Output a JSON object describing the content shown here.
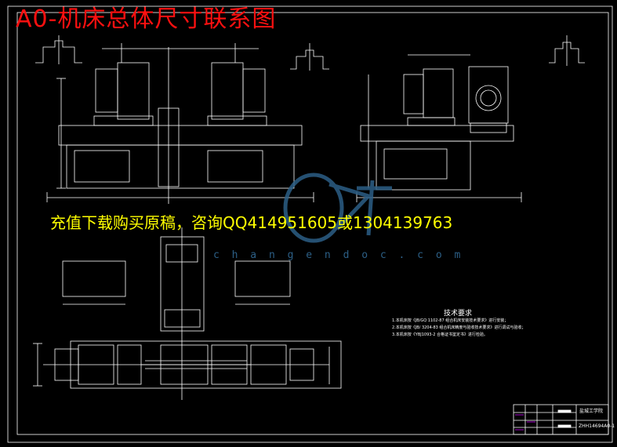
{
  "title": "A0-机床总体尺寸联系图",
  "promo_text": "充值下载购买原稿，咨询QQ414951605或1304139763",
  "watermark": "c h a n g e n d o c . c o m",
  "technical_requirements": {
    "heading": "技术要求",
    "items": [
      "1.本机床按《JB/GQ 1102-87 组合机床安装技术要求》进行安装；",
      "2.本机床按《JB/ 3204-83 组合机床精度与验收技术要求》进行调试与验收；",
      "3.本机床按《YBJ1093-2  合格证书鉴定书》进行检验。"
    ]
  },
  "title_block": {
    "school": "盐城工学院",
    "drawing_number": "ZHH14694A0-1"
  },
  "colors": {
    "background": "#000000",
    "title": "#ff1010",
    "promo": "#ffff00",
    "linework": "#ffffff",
    "watermark": "#2c5f86",
    "highlight": "#d000ff"
  }
}
